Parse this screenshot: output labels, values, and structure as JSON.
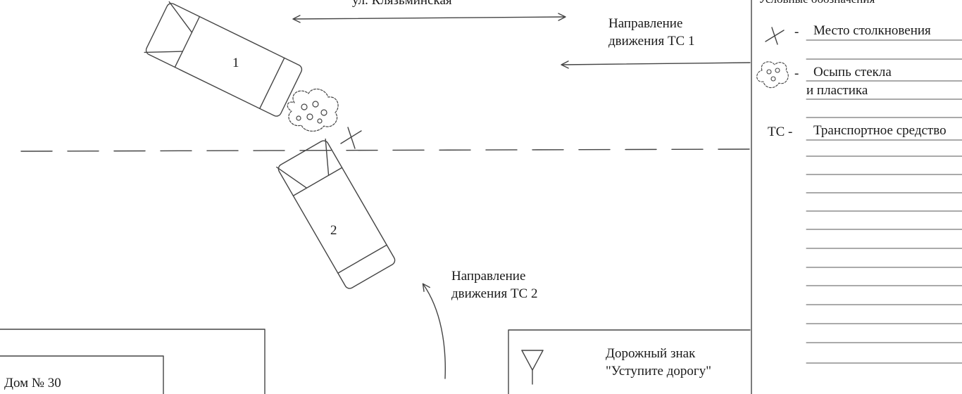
{
  "street": {
    "name": "ул. Клязьминская"
  },
  "direction_vehicle_1": {
    "line1": "Направление",
    "line2": "движения ТС 1"
  },
  "direction_vehicle_2": {
    "line1": "Направление",
    "line2": "движения ТС 2"
  },
  "vehicles": [
    {
      "number": "1"
    },
    {
      "number": "2"
    }
  ],
  "road_sign": {
    "line1": "Дорожный знак",
    "line2": "\"Уступите дорогу\""
  },
  "building": {
    "label": "Дом № 30"
  },
  "legend": {
    "title": "Условные обозначения",
    "items": [
      {
        "key": "-",
        "value": "Место столкновения"
      },
      {
        "key": "-",
        "value": "Осыпь стекла",
        "value2": "и пластика"
      },
      {
        "key": "ТС -",
        "value": "Транспортное средство"
      }
    ]
  }
}
